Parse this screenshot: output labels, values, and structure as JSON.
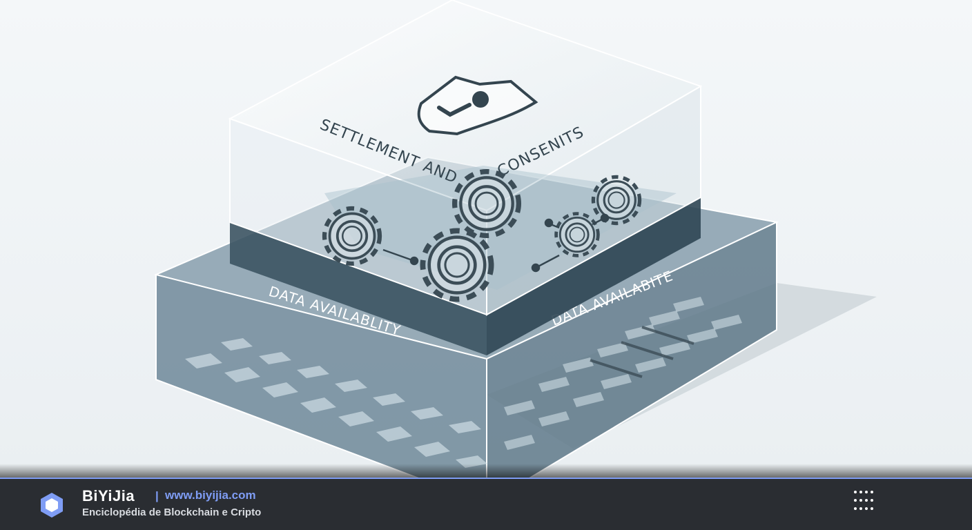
{
  "scene": {
    "top_block_label": "SETTLEMENT AND",
    "top_block_label_2": "CONSENITS",
    "bottom_left_label": "DATA AVAILABLITY",
    "bottom_right_label": "DATA AVAILABITE",
    "icons": [
      "shield-check-icon",
      "gear-icon"
    ]
  },
  "footer": {
    "brand": "BiYiJia",
    "separator": "|",
    "url": "www.biyijia.com",
    "tagline": "Enciclopédia de Blockchain e Cripto",
    "accent_color": "#7f9df5",
    "background_color": "#2a2d32",
    "icons": [
      "hexagon-logo-icon",
      "dots-grid-icon"
    ]
  }
}
